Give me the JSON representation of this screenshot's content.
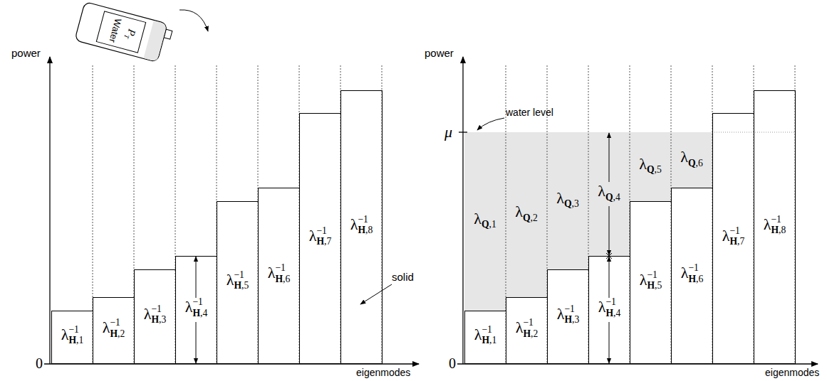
{
  "diagram": {
    "nodes": [
      {
        "text": [
          "λH,1−1"
        ]
      },
      {
        "text": [
          "λH,2−1"
        ]
      },
      {
        "text": [
          "λH,3−1"
        ]
      },
      {
        "text": [
          "λH,4−1"
        ]
      },
      {
        "text": [
          "λH,5−1"
        ]
      },
      {
        "text": [
          "λH,6−1"
        ]
      },
      {
        "text": [
          "λH,7−1"
        ]
      },
      {
        "text": [
          "λH,8−1"
        ]
      },
      {
        "text": [
          "λQ,1"
        ]
      },
      {
        "text": [
          "λQ,2"
        ]
      },
      {
        "text": [
          "λQ,3"
        ]
      },
      {
        "text": [
          "λQ,4"
        ]
      },
      {
        "text": [
          "λQ,5"
        ]
      },
      {
        "text": [
          "λQ,6"
        ]
      },
      {
        "text": [
          "λH,1−1"
        ]
      },
      {
        "text": [
          "λH,2−1"
        ]
      },
      {
        "text": [
          "λH,3−1"
        ]
      },
      {
        "text": [
          "λH,4−1"
        ]
      },
      {
        "text": [
          "λH,5−1"
        ]
      },
      {
        "text": [
          "λH,6−1"
        ]
      },
      {
        "text": [
          "λH,7−1"
        ]
      },
      {
        "text": [
          "λH,8−1"
        ]
      }
    ],
    "labels": [
      "power",
      "eigenmodes",
      "0",
      "solid",
      "Water",
      "PT",
      "power",
      "eigenmodes",
      "0",
      "μ",
      "water level"
    ]
  }
}
